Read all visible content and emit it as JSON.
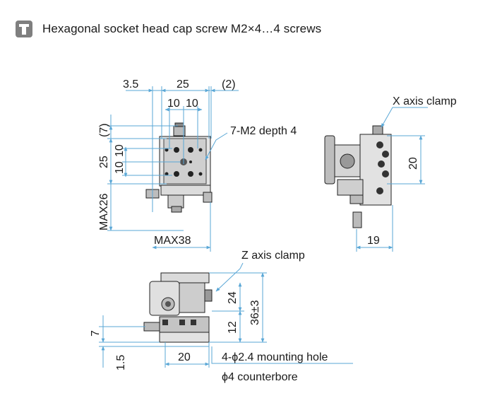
{
  "header": {
    "icon": "hex-socket-screw-icon",
    "caption": "Hexagonal socket head cap screw M2×4…4 screws"
  },
  "top_view": {
    "dim_left_offset": "3.5",
    "dim_width": "25",
    "dim_right_offset": "(2)",
    "dim_hole_pitch_x_1": "10",
    "dim_hole_pitch_x_2": "10",
    "dim_top_offset": "(7)",
    "dim_height": "25",
    "dim_hole_pitch_y_1": "10",
    "dim_hole_pitch_y_2": "10",
    "dim_max_height": "MAX26",
    "dim_max_width": "MAX38",
    "tapped_holes_label": "7-M2 depth 4"
  },
  "side_view": {
    "x_clamp_label": "X axis clamp",
    "dim_height": "20",
    "dim_width": "19"
  },
  "front_view": {
    "z_clamp_label": "Z axis clamp",
    "dim_upper": "24",
    "dim_total": "36±3",
    "dim_lower": "12",
    "dim_left": "7",
    "dim_bottom": "1.5",
    "dim_width": "20",
    "mounting_hole_label": "4-ϕ2.4 mounting hole",
    "counterbore_label": "ϕ4 counterbore"
  },
  "colors": {
    "dimension_line": "#5aa7d6",
    "part_light": "#d9d9d9",
    "part_dark": "#333333",
    "icon_gray": "#7f7f7f"
  }
}
